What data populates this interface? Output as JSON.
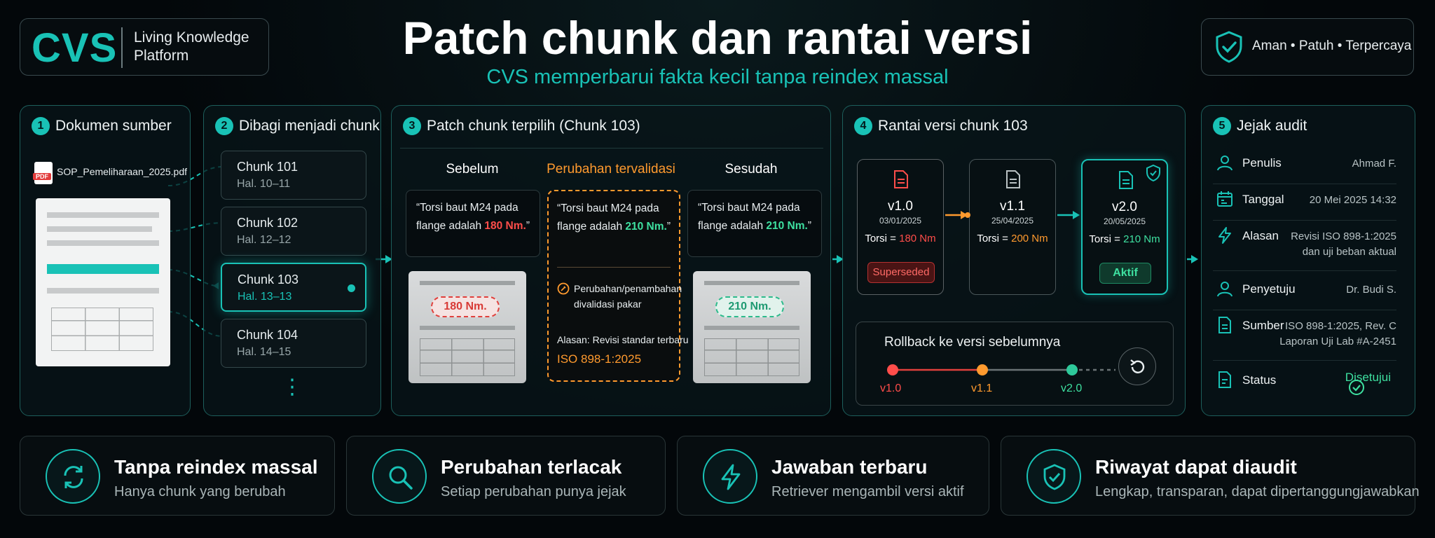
{
  "header": {
    "logo_text": "CVS",
    "logo_tagline": "Living Knowledge Platform",
    "title": "Patch chunk dan rantai versi",
    "subtitle": "CVS memperbarui fakta kecil tanpa reindex massal",
    "badge": "Aman • Patuh • Terpercaya"
  },
  "steps": {
    "s1": {
      "num": "1",
      "title": "Dokumen sumber",
      "file": "SOP_Pemeliharaan_2025.pdf",
      "file_icon": "PDF"
    },
    "s2": {
      "num": "2",
      "title": "Dibagi menjadi chunk",
      "chunks": [
        {
          "name": "Chunk 101",
          "pages": "Hal. 10–11"
        },
        {
          "name": "Chunk 102",
          "pages": "Hal. 12–12"
        },
        {
          "name": "Chunk 103",
          "pages": "Hal. 13–13"
        },
        {
          "name": "Chunk 104",
          "pages": "Hal. 14–15"
        }
      ],
      "more": "⋮"
    },
    "s3": {
      "num": "3",
      "title": "Patch chunk terpilih (Chunk 103)",
      "before_label": "Sebelum",
      "change_label": "Perubahan tervalidasi",
      "after_label": "Sesudah",
      "quote_prefix": "“Torsi baut M24 pada flange adalah ",
      "old_value": "180 Nm.",
      "new_value": "210 Nm.",
      "quote_suffix": "”",
      "validated_note": "Perubahan/penambahan divalidasi pakar",
      "reason_label": "Alasan: Revisi standar terbaru",
      "reason_value": "ISO 898-1:2025",
      "old_stamp": "180 Nm.",
      "new_stamp": "210 Nm."
    },
    "s4": {
      "num": "4",
      "title": "Rantai versi chunk 103",
      "versions": [
        {
          "name": "v1.0",
          "date": "03/01/2025",
          "torque_label": "Torsi = ",
          "torque": "180 Nm",
          "status": "Superseded"
        },
        {
          "name": "v1.1",
          "date": "25/04/2025",
          "torque_label": "Torsi = ",
          "torque": "200 Nm",
          "status": ""
        },
        {
          "name": "v2.0",
          "date": "20/05/2025",
          "torque_label": "Torsi = ",
          "torque": "210 Nm",
          "status": "Aktif"
        }
      ],
      "rollback_title": "Rollback ke versi sebelumnya",
      "rollback_points": [
        "v1.0",
        "v1.1",
        "v2.0"
      ]
    },
    "s5": {
      "num": "5",
      "title": "Jejak audit",
      "rows": [
        {
          "label": "Penulis",
          "value": "Ahmad F.",
          "icon": "user-icon"
        },
        {
          "label": "Tanggal",
          "value": "20 Mei 2025 14:32",
          "icon": "calendar-icon"
        },
        {
          "label": "Alasan",
          "value": "Revisi ISO 898-1:2025\ndan uji beban aktual",
          "icon": "bolt-icon"
        },
        {
          "label": "Penyetuju",
          "value": "Dr. Budi S.",
          "icon": "user-icon"
        },
        {
          "label": "Sumber",
          "value": "ISO 898-1:2025, Rev. C\nLaporan Uji Lab #A-2451",
          "icon": "document-icon"
        },
        {
          "label": "Status",
          "value": "Disetujui",
          "icon": "status-icon"
        }
      ]
    }
  },
  "footer": [
    {
      "title": "Tanpa reindex massal",
      "sub": "Hanya chunk yang berubah",
      "icon": "refresh-icon"
    },
    {
      "title": "Perubahan terlacak",
      "sub": "Setiap perubahan punya jejak",
      "icon": "search-icon"
    },
    {
      "title": "Jawaban terbaru",
      "sub": "Retriever mengambil versi aktif",
      "icon": "bolt-icon"
    },
    {
      "title": "Riwayat dapat diaudit",
      "sub": "Lengkap, transparan, dapat dipertanggungjawabkan",
      "icon": "shield-check-icon"
    }
  ],
  "colors": {
    "accent": "#19c2b6",
    "old": "#ff4d4a",
    "mid": "#ff9a2e",
    "new": "#3ee0a0"
  }
}
